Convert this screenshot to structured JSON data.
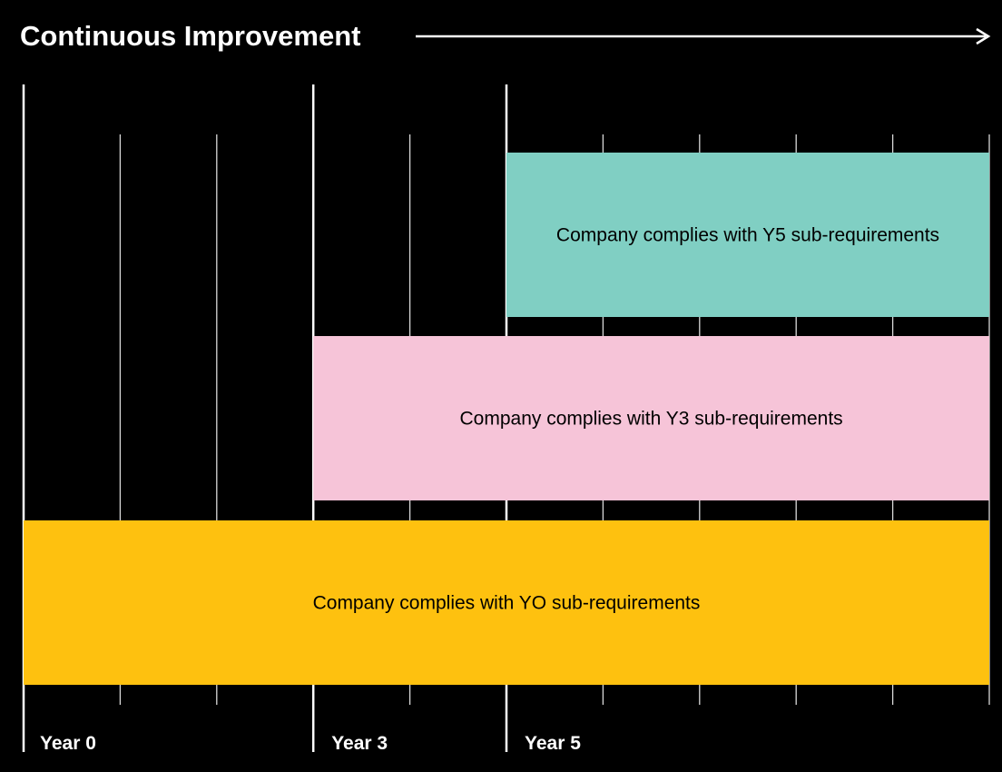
{
  "title": "Continuous Improvement",
  "colors": {
    "background": "#000000",
    "foreground": "#ffffff",
    "y0_bar": "#fec10f",
    "y3_bar": "#f6c4d8",
    "y5_bar": "#80cfc3"
  },
  "timeline": {
    "major_markers": [
      {
        "label": "Year 0",
        "year": 0
      },
      {
        "label": "Year 3",
        "year": 3
      },
      {
        "label": "Year 5",
        "year": 5
      }
    ],
    "end_year": 10
  },
  "bars": [
    {
      "label": "Company complies with Y5 sub-requirements",
      "start_year": 5,
      "color_key": "y5_bar"
    },
    {
      "label": "Company complies with Y3 sub-requirements",
      "start_year": 3,
      "color_key": "y3_bar"
    },
    {
      "label": "Company complies with YO sub-requirements",
      "start_year": 0,
      "color_key": "y0_bar"
    }
  ]
}
